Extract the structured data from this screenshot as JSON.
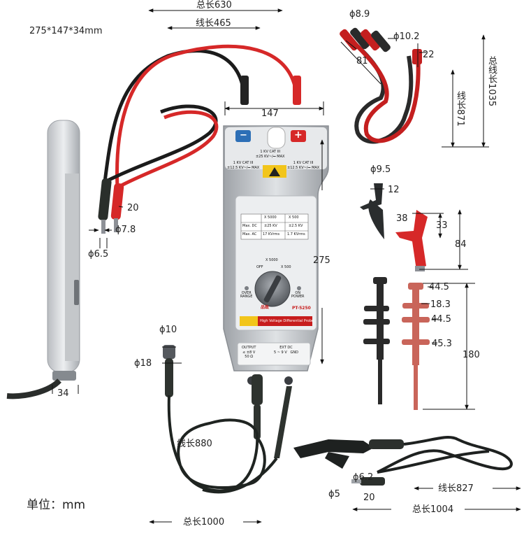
{
  "dimensions_text": "275*147*34mm",
  "unit_text": "单位：mm",
  "probe": {
    "left_terminal": "−",
    "right_terminal": "+",
    "cat_top": "1 KV CAT III\n±25 KV~/⎓ MAX",
    "cat_left": "1 KV CAT III\n±12.5 KV~/⎓ MAX",
    "cat_right": "1 KV CAT III\n±12.5 KV~/⎓ MAX",
    "table": [
      [
        "",
        "X 5000",
        "X 500"
      ],
      [
        "Max. DC",
        "±25 KV",
        "±2.5 KV"
      ],
      [
        "Max. AC",
        "17 KVrms",
        "1.7 KVrms"
      ]
    ],
    "knob_x5000": "X 5000",
    "knob_x500": "X 500",
    "knob_off": "OFF",
    "over_range": "OVER\nRANGE",
    "on_power": "ON\nPOWER",
    "brand": "品致",
    "model": "PT-5250",
    "banner": "High Voltage Differential Probe",
    "output": "OUTPUT\n≤ ±8 V\n50 Ω",
    "ext_dc": "EXT DC\n5 ~ 9 V   GND"
  },
  "dims": {
    "total_630": "总长630",
    "lead_465": "线长465",
    "width_147": "147",
    "height_275": "275",
    "phi_78": "ϕ7.8",
    "phi_65": "ϕ6.5",
    "len_20": "20",
    "side_34": "34",
    "phi_10_bnc": "ϕ10",
    "phi_18": "ϕ18",
    "cable_880": "线长880",
    "total_1000": "总长1000",
    "phi_89": "ϕ8.9",
    "phi_102": "ϕ10.2",
    "len_22": "22",
    "len_81": "81",
    "total_1035": "总线长1035",
    "lead_871": "线长871",
    "phi_95": "ϕ9.5",
    "len_12": "12",
    "len_38": "38",
    "len_33": "33",
    "len_84": "84",
    "hook_445a": "44.5",
    "hook_183": "18.3",
    "hook_445b": "44.5",
    "hook_453": "45.3",
    "hook_180": "180",
    "phi_62": "ϕ6.2",
    "phi_5": "ϕ5",
    "len_20b": "20",
    "lead_827": "线长827",
    "total_1004": "总长1004"
  }
}
